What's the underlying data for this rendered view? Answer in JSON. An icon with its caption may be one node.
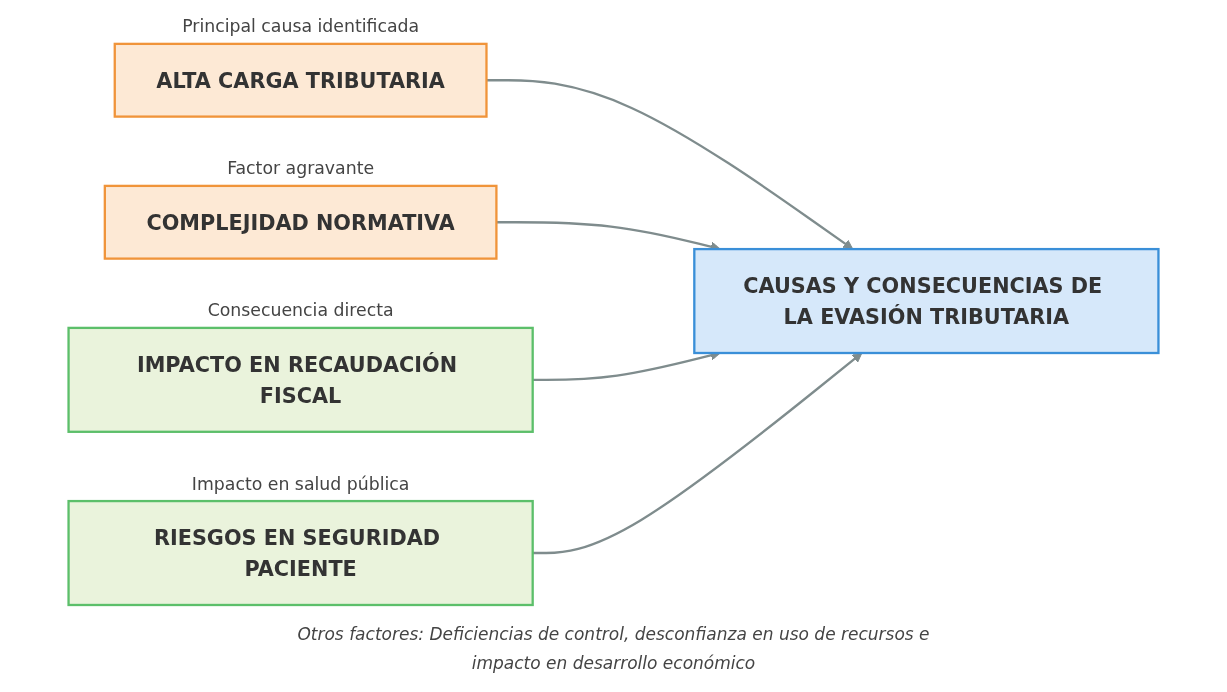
{
  "diagram": {
    "caption": "Otros factores: Deficiencias de control, desconfianza en uso de recursos e impacto en desarrollo económico",
    "nodes": [
      {
        "text": [
          "ALTA CARGA TRIBUTARIA"
        ],
        "beside": [
          "Principal causa identificada"
        ]
      },
      {
        "text": [
          "COMPLEJIDAD NORMATIVA"
        ],
        "beside": [
          "Factor agravante"
        ]
      },
      {
        "text": [
          "CAUSAS Y CONSECUENCIAS DE LA EVASIÓN TRIBUTARIA"
        ]
      },
      {
        "text": [
          "IMPACTO EN RECAUDACIÓN FISCAL"
        ],
        "beside": [
          "Consecuencia directa"
        ]
      },
      {
        "text": [
          "RIESGOS EN SEGURIDAD PACIENTE"
        ],
        "beside": [
          "Impacto en salud pública"
        ]
      }
    ],
    "edges": [
      {
        "from": 0,
        "to": 2,
        "arrow": "to"
      },
      {
        "from": 1,
        "to": 2,
        "arrow": "to"
      },
      {
        "from": 3,
        "to": 2,
        "arrow": "to"
      },
      {
        "from": 4,
        "to": 2,
        "arrow": "to"
      }
    ]
  }
}
